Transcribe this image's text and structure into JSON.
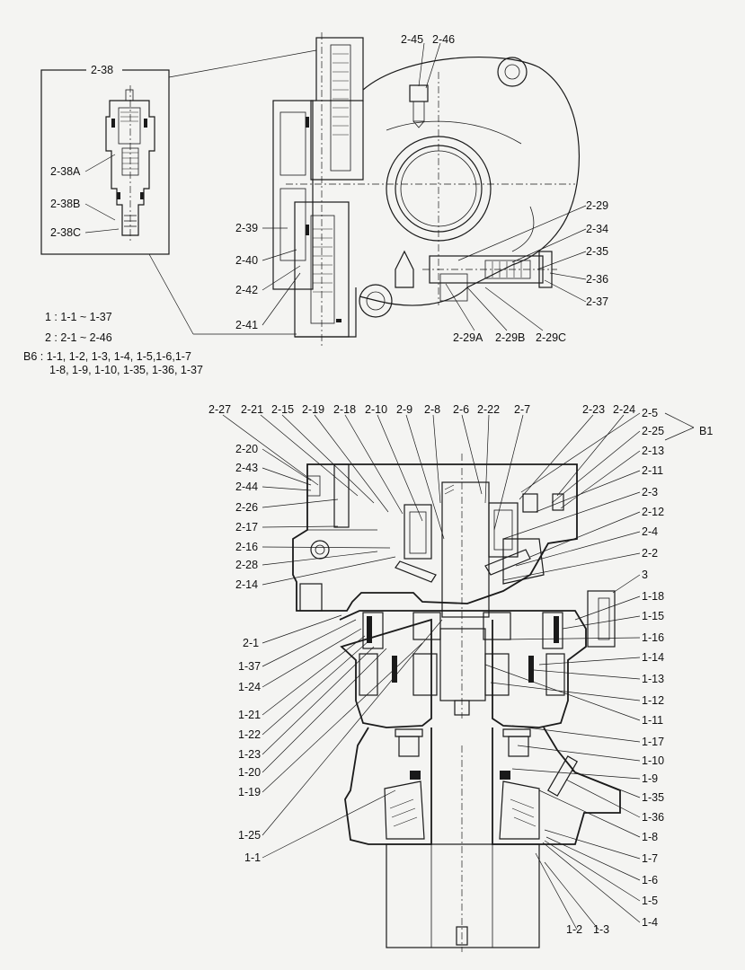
{
  "colors": {
    "background": "#f4f4f2",
    "ink": "#1a1a1a"
  },
  "legend": {
    "group1": "1 : 1-1  ~  1-37",
    "group2": "2 : 2-1  ~  2-46",
    "b6_line1": "B6 : 1-1, 1-2, 1-3, 1-4, 1-5,1-6,1-7",
    "b6_line2": "1-8, 1-9, 1-10, 1-35, 1-36, 1-37"
  },
  "top_view": {
    "detail_box_label": "2-38",
    "labels": [
      "2-38",
      "2-38A",
      "2-38B",
      "2-38C",
      "2-45",
      "2-46",
      "2-29",
      "2-34",
      "2-35",
      "2-36",
      "2-37",
      "2-39",
      "2-40",
      "2-42",
      "2-41",
      "2-29A",
      "2-29B",
      "2-29C"
    ]
  },
  "section_view": {
    "top_labels": [
      "2-27",
      "2-21",
      "2-15",
      "2-19",
      "2-18",
      "2-10",
      "2-9",
      "2-8",
      "2-6",
      "2-22",
      "2-7",
      "2-23",
      "2-24"
    ],
    "left_labels": [
      "2-20",
      "2-43",
      "2-44",
      "2-26",
      "2-17",
      "2-16",
      "2-28",
      "2-14",
      "2-1",
      "1-37",
      "1-24",
      "1-21",
      "1-22",
      "1-23",
      "1-20",
      "1-19",
      "1-25",
      "1-1"
    ],
    "right_labels": [
      "2-5",
      "2-25",
      "2-13",
      "2-11",
      "2-3",
      "2-12",
      "2-4",
      "2-2",
      "3",
      "1-18",
      "1-15",
      "1-16",
      "1-14",
      "1-13",
      "1-12",
      "1-11",
      "1-17",
      "1-10",
      "1-9",
      "1-35",
      "1-36",
      "1-8",
      "1-7",
      "1-6",
      "1-5",
      "1-4"
    ],
    "bottom_labels": [
      "1-2",
      "1-3"
    ],
    "group_label": "B1"
  }
}
